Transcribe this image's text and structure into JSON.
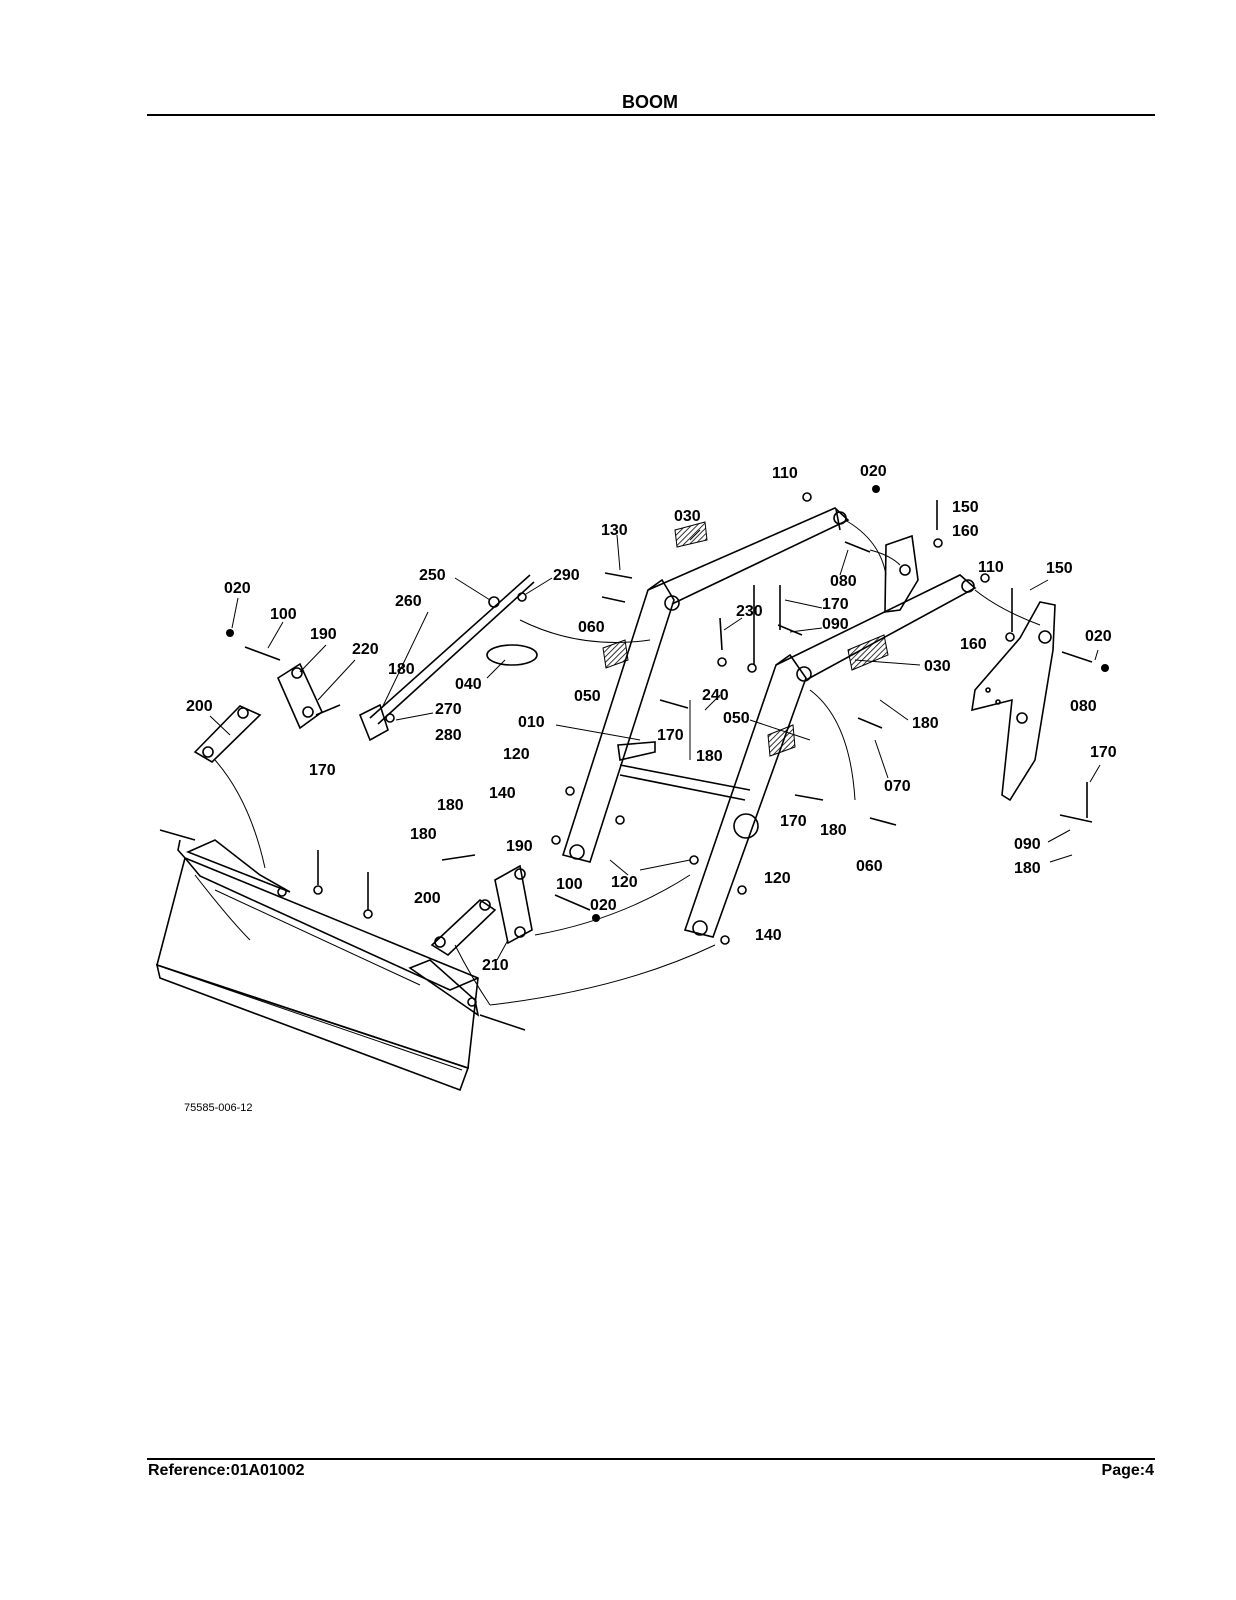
{
  "header": {
    "title": "BOOM"
  },
  "footer": {
    "reference": "Reference:01A01002",
    "page": "Page:4"
  },
  "diagram": {
    "drawing_code": "75585-006-12",
    "callouts": [
      "110",
      "020",
      "150",
      "160",
      "030",
      "130",
      "110",
      "150",
      "250",
      "290",
      "080",
      "020",
      "260",
      "230",
      "170",
      "020",
      "100",
      "090",
      "160",
      "060",
      "190",
      "220",
      "030",
      "180",
      "050",
      "040",
      "080",
      "240",
      "270",
      "180",
      "200",
      "010",
      "050",
      "280",
      "170",
      "180",
      "120",
      "170",
      "170",
      "070",
      "140",
      "180",
      "180",
      "170",
      "190",
      "180",
      "060",
      "100",
      "120",
      "090",
      "180",
      "020",
      "200",
      "120",
      "210",
      "140"
    ]
  }
}
